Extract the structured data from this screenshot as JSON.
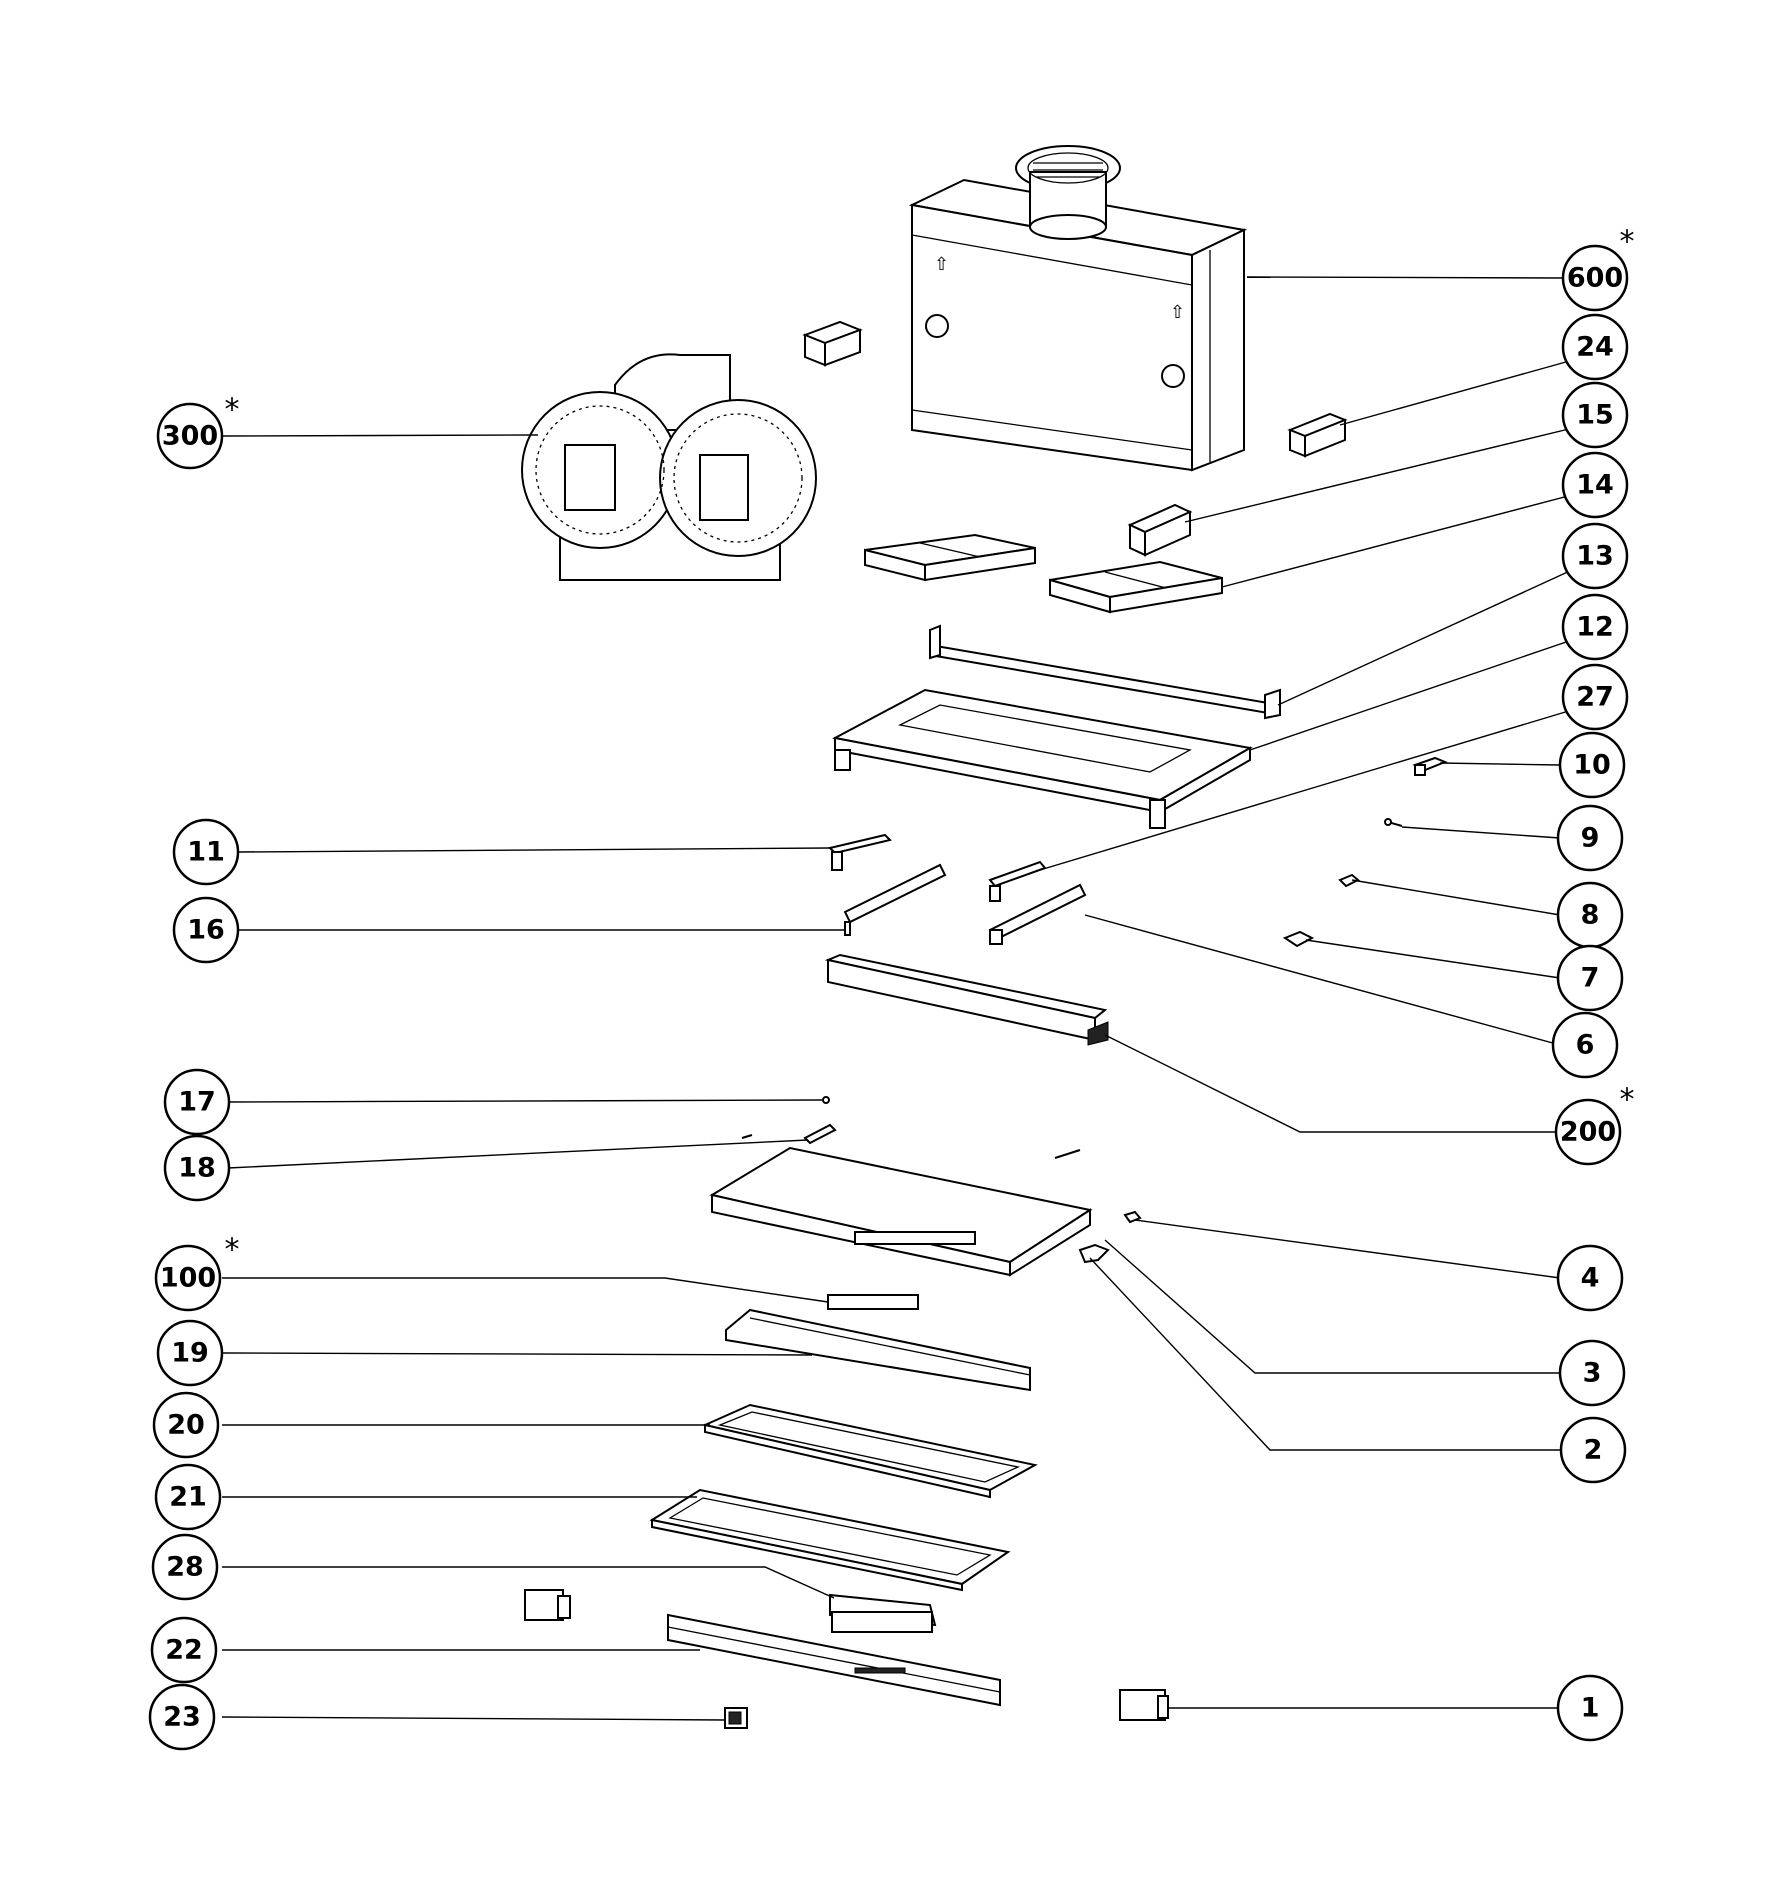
{
  "diagram": {
    "type": "exploded-parts-view",
    "callouts": [
      {
        "id": "600",
        "starred": true
      },
      {
        "id": "24",
        "starred": false
      },
      {
        "id": "15",
        "starred": false
      },
      {
        "id": "14",
        "starred": false
      },
      {
        "id": "13",
        "starred": false
      },
      {
        "id": "12",
        "starred": false
      },
      {
        "id": "27",
        "starred": false
      },
      {
        "id": "10",
        "starred": false
      },
      {
        "id": "9",
        "starred": false
      },
      {
        "id": "8",
        "starred": false
      },
      {
        "id": "7",
        "starred": false
      },
      {
        "id": "6",
        "starred": false
      },
      {
        "id": "200",
        "starred": true
      },
      {
        "id": "4",
        "starred": false
      },
      {
        "id": "3",
        "starred": false
      },
      {
        "id": "2",
        "starred": false
      },
      {
        "id": "1",
        "starred": false
      },
      {
        "id": "300",
        "starred": true
      },
      {
        "id": "11",
        "starred": false
      },
      {
        "id": "16",
        "starred": false
      },
      {
        "id": "17",
        "starred": false
      },
      {
        "id": "18",
        "starred": false
      },
      {
        "id": "100",
        "starred": true
      },
      {
        "id": "19",
        "starred": false
      },
      {
        "id": "20",
        "starred": false
      },
      {
        "id": "21",
        "starred": false
      },
      {
        "id": "28",
        "starred": false
      },
      {
        "id": "22",
        "starred": false
      },
      {
        "id": "23",
        "starred": false
      }
    ],
    "asterisk_symbol": "*"
  }
}
